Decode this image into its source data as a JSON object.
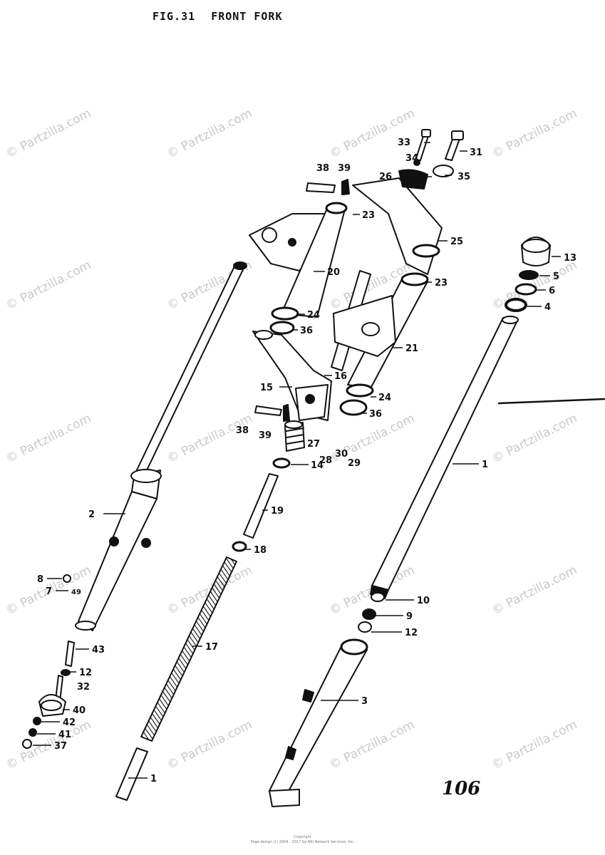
{
  "figure": {
    "number": "FIG.31",
    "title": "FRONT FORK"
  },
  "page_number": "106",
  "watermark": "© Partzilla.com",
  "footer": {
    "line1": "Copyright",
    "line2": "Page design (c) 2004 - 2017 by ARI Network Services, Inc."
  },
  "callouts": [
    {
      "id": "c33a",
      "text": "33"
    },
    {
      "id": "c31",
      "text": "31"
    },
    {
      "id": "c34",
      "text": "34"
    },
    {
      "id": "c38a",
      "text": "38"
    },
    {
      "id": "c39a",
      "text": "39"
    },
    {
      "id": "c26a",
      "text": "26"
    },
    {
      "id": "c35",
      "text": "35"
    },
    {
      "id": "c23a",
      "text": "23"
    },
    {
      "id": "c25",
      "text": "25"
    },
    {
      "id": "c20",
      "text": "20"
    },
    {
      "id": "c23b",
      "text": "23"
    },
    {
      "id": "c13",
      "text": "13"
    },
    {
      "id": "c5",
      "text": "5"
    },
    {
      "id": "c6",
      "text": "6"
    },
    {
      "id": "c4",
      "text": "4"
    },
    {
      "id": "c24a",
      "text": "24"
    },
    {
      "id": "c36a",
      "text": "36"
    },
    {
      "id": "c21",
      "text": "21"
    },
    {
      "id": "c16",
      "text": "16"
    },
    {
      "id": "c15",
      "text": "15"
    },
    {
      "id": "c24b",
      "text": "24"
    },
    {
      "id": "c36b",
      "text": "36"
    },
    {
      "id": "c38b",
      "text": "38"
    },
    {
      "id": "c39b",
      "text": "39"
    },
    {
      "id": "c27",
      "text": "27"
    },
    {
      "id": "c28",
      "text": "28"
    },
    {
      "id": "c30",
      "text": "30"
    },
    {
      "id": "c29",
      "text": "29"
    },
    {
      "id": "c14",
      "text": "14"
    },
    {
      "id": "c1a",
      "text": "1"
    },
    {
      "id": "c2",
      "text": "2"
    },
    {
      "id": "c19",
      "text": "19"
    },
    {
      "id": "c18",
      "text": "18"
    },
    {
      "id": "c8",
      "text": "8"
    },
    {
      "id": "c7",
      "text": "7"
    },
    {
      "id": "c49",
      "text": "49"
    },
    {
      "id": "c10",
      "text": "10"
    },
    {
      "id": "c9",
      "text": "9"
    },
    {
      "id": "c12a",
      "text": "12"
    },
    {
      "id": "c43",
      "text": "43"
    },
    {
      "id": "c17",
      "text": "17"
    },
    {
      "id": "c12b",
      "text": "12"
    },
    {
      "id": "c32",
      "text": "32"
    },
    {
      "id": "c3",
      "text": "3"
    },
    {
      "id": "c40",
      "text": "40"
    },
    {
      "id": "c42",
      "text": "42"
    },
    {
      "id": "c41",
      "text": "41"
    },
    {
      "id": "c37",
      "text": "37"
    },
    {
      "id": "c1b",
      "text": "1"
    }
  ]
}
